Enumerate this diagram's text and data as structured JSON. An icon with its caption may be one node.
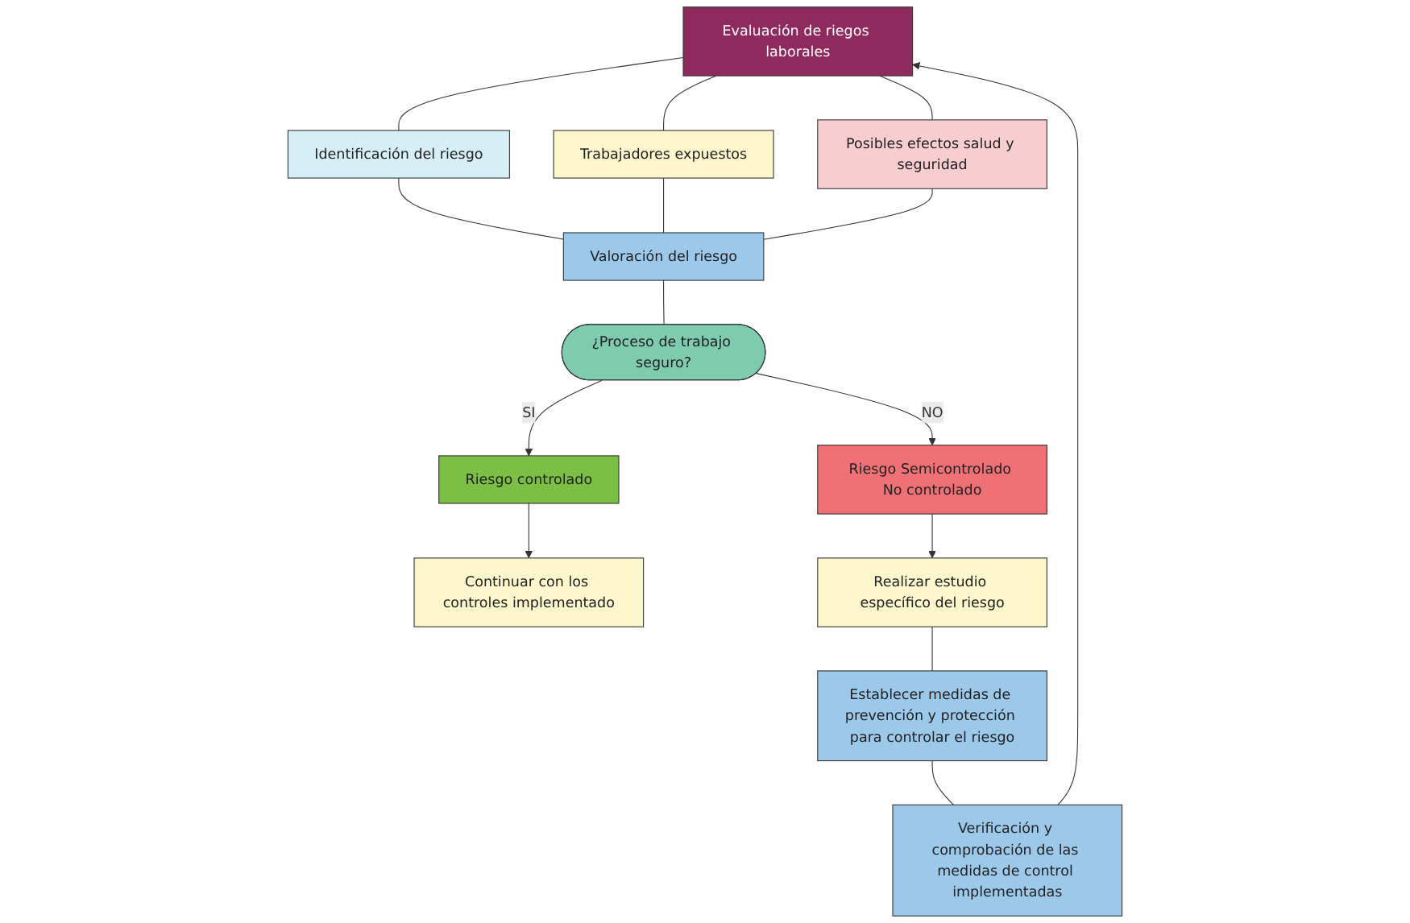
{
  "diagram": {
    "nodes": [
      {
        "text": [
          "Evaluación de riegos laborales"
        ]
      },
      {
        "text": [
          "Identificación del riesgo"
        ]
      },
      {
        "text": [
          "Trabajadores expuestos"
        ]
      },
      {
        "text": [
          "Posibles efectos salud y seguridad"
        ]
      },
      {
        "text": [
          "Valoración del riesgo"
        ]
      },
      {
        "text": [
          "¿Proceso de trabajo seguro?"
        ]
      },
      {
        "text": [
          "Riesgo controlado"
        ]
      },
      {
        "text": [
          "Continuar con los controles implementado"
        ]
      },
      {
        "text": [
          "Riesgo Semicontrolado No controlado"
        ]
      },
      {
        "text": [
          "Realizar estudio específico del riesgo"
        ]
      },
      {
        "text": [
          "Establecer medidas de prevención y protección para controlar el riesgo"
        ]
      },
      {
        "text": [
          "Verificación y comprobación de las medidas de control implementadas"
        ]
      }
    ],
    "edges": [
      {
        "from": 0,
        "to": 1,
        "arrow": "none"
      },
      {
        "from": 0,
        "to": 2,
        "arrow": "none"
      },
      {
        "from": 0,
        "to": 3,
        "arrow": "none"
      },
      {
        "from": 1,
        "to": 4,
        "arrow": "none"
      },
      {
        "from": 2,
        "to": 4,
        "arrow": "none"
      },
      {
        "from": 3,
        "to": 4,
        "arrow": "none"
      },
      {
        "from": 4,
        "to": 5,
        "arrow": "none"
      },
      {
        "from": 5,
        "to": 6,
        "label": "SI",
        "arrow": "to"
      },
      {
        "from": 6,
        "to": 7,
        "arrow": "to"
      },
      {
        "from": 5,
        "to": 8,
        "label": "NO",
        "arrow": "to"
      },
      {
        "from": 8,
        "to": 9,
        "arrow": "to"
      },
      {
        "from": 9,
        "to": 10,
        "arrow": "none"
      },
      {
        "from": 10,
        "to": 11,
        "arrow": "none"
      },
      {
        "from": 11,
        "to": 0,
        "arrow": "to"
      }
    ]
  }
}
